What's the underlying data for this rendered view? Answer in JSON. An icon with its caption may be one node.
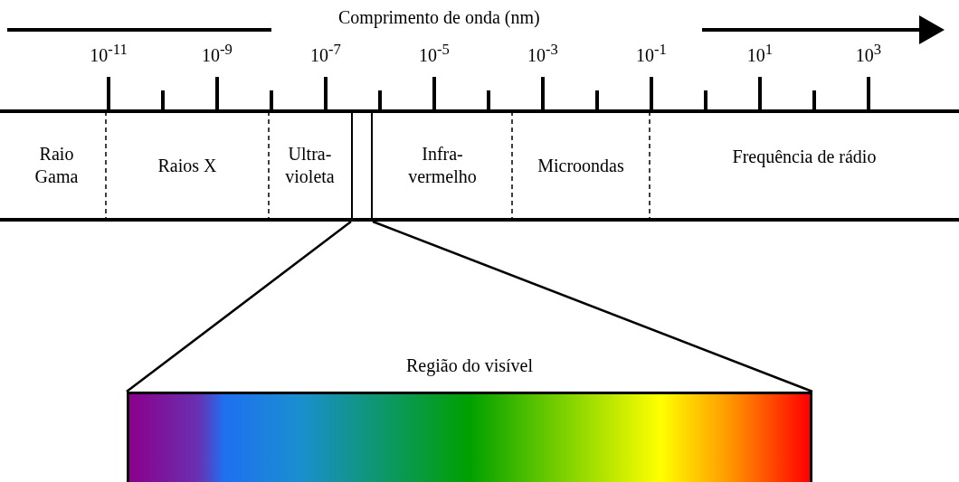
{
  "diagram": {
    "nodes": [
      {
        "text": [
          "Raio Gama"
        ]
      },
      {
        "text": [
          "Raios X"
        ]
      },
      {
        "text": [
          "Ultra- violeta"
        ]
      },
      {
        "text": [],
        "shape": "box"
      },
      {
        "text": [
          "Infra- vermelho"
        ]
      },
      {
        "text": [
          "Microondas"
        ]
      },
      {
        "text": [
          "Frequência de rádio"
        ]
      },
      {
        "text": [
          "Região do visível"
        ]
      }
    ],
    "edges": [
      {
        "from": 3,
        "to": 7,
        "arrow": "none"
      }
    ],
    "labels": [
      "Comprimento de onda (nm)",
      "10$^{-11}$",
      "10$^{-9}$",
      "10$^{-7}$",
      "10$^{-5}$",
      "10$^{-3}$",
      "10$^{-1}$",
      "10$^{1}$",
      "10$^{3}$"
    ]
  }
}
